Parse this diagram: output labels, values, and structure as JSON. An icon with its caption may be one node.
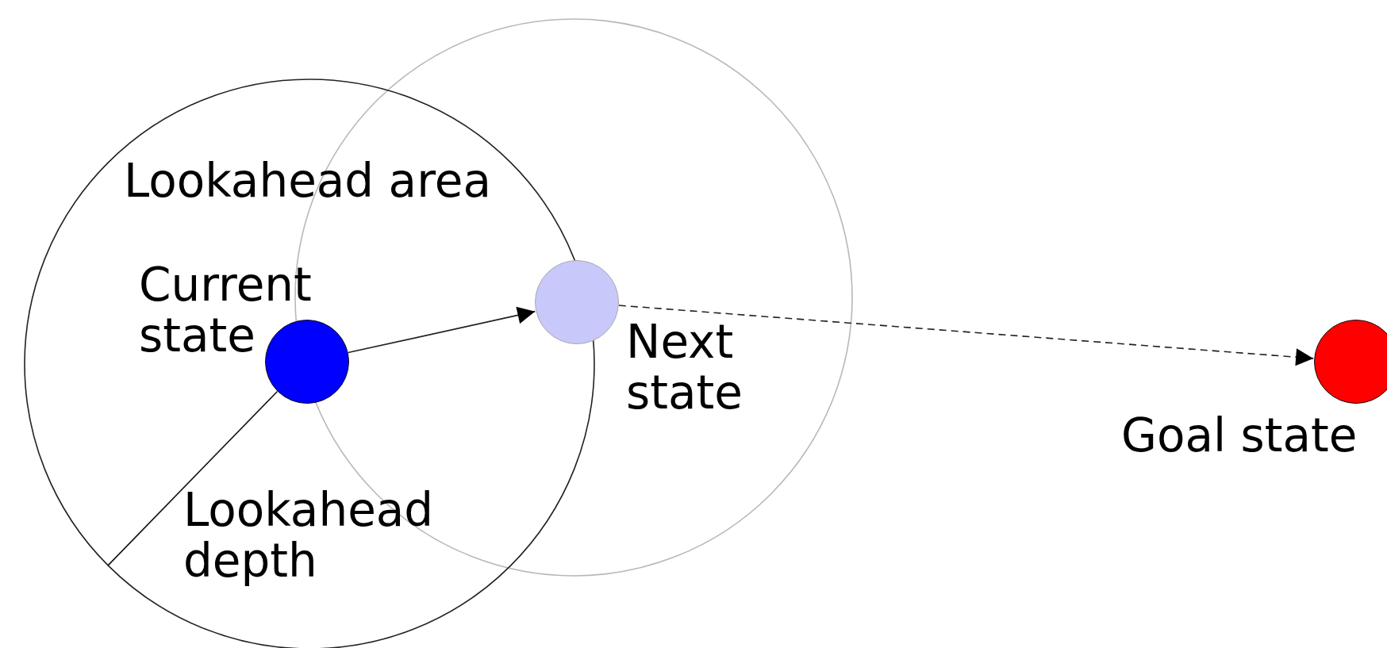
{
  "diagram": {
    "nodes": [
      {
        "text": [
          "Current state"
        ]
      },
      {
        "text": [
          "Next state"
        ]
      },
      {
        "text": [
          "Goal state"
        ]
      }
    ],
    "edges": [
      {
        "from": 0,
        "to": 1,
        "arrow": "to"
      },
      {
        "from": 1,
        "to": 2,
        "arrow": "to",
        "style": "dashed"
      }
    ],
    "labels": [
      "Lookahead area",
      "Lookahead depth"
    ]
  }
}
